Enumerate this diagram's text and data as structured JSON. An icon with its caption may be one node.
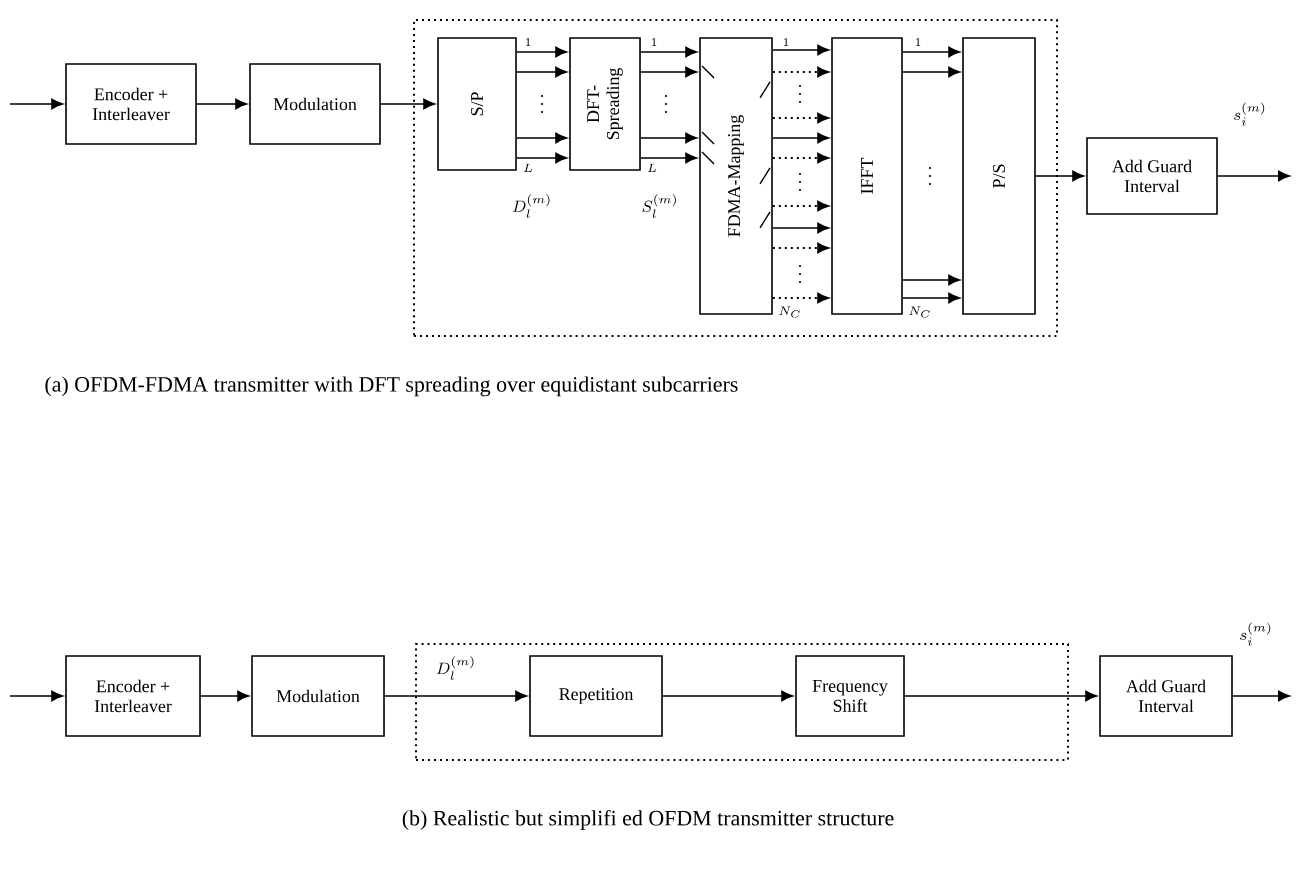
{
  "diagram": {
    "nodes": [
      {
        "text": [
          "Encoder + Interleaver"
        ]
      },
      {
        "text": [
          "Modulation"
        ]
      },
      {
        "text": [],
        "shape": "box"
      },
      {
        "text": [
          "S/P"
        ],
        "in": 2
      },
      {
        "text": [
          "DFT-Spreading"
        ],
        "in": 2
      },
      {
        "text": [
          "FDMA-Mapping"
        ],
        "in": 2
      },
      {
        "text": [
          "IFFT"
        ],
        "in": 2
      },
      {
        "text": [
          "P/S"
        ],
        "in": 2
      },
      {
        "text": [
          "Add Guard Interval"
        ]
      },
      {
        "text": [
          "Encoder + Interleaver"
        ]
      },
      {
        "text": [
          "Modulation"
        ]
      },
      {
        "text": [],
        "shape": "box"
      },
      {
        "text": [
          "Repetition"
        ],
        "in": 11
      },
      {
        "text": [
          "Frequency Shift"
        ],
        "in": 11
      },
      {
        "text": [
          "Add Guard Interval"
        ]
      }
    ],
    "edges": [
      {
        "from": null,
        "to": 0,
        "arrow": "to"
      },
      {
        "from": 0,
        "to": 1,
        "arrow": "to"
      },
      {
        "from": 1,
        "to": 3,
        "arrow": "to"
      },
      {
        "from": 3,
        "to": 4,
        "arrow": "to"
      },
      {
        "from": 3,
        "to": 4,
        "arrow": "to"
      },
      {
        "from": 3,
        "to": 4,
        "arrow": "to"
      },
      {
        "from": 3,
        "to": 4,
        "arrow": "to"
      },
      {
        "from": 4,
        "to": 5,
        "arrow": "to"
      },
      {
        "from": 4,
        "to": 5,
        "arrow": "to"
      },
      {
        "from": 4,
        "to": 5,
        "arrow": "to"
      },
      {
        "from": 4,
        "to": 5,
        "arrow": "to"
      },
      {
        "from": 5,
        "to": 6,
        "arrow": "to"
      },
      {
        "from": 5,
        "to": 6,
        "arrow": "to",
        "style": "dashed"
      },
      {
        "from": 5,
        "to": 6,
        "arrow": "to",
        "style": "dashed"
      },
      {
        "from": 5,
        "to": 6,
        "arrow": "to"
      },
      {
        "from": 5,
        "to": 6,
        "arrow": "to",
        "style": "dashed"
      },
      {
        "from": 5,
        "to": 6,
        "arrow": "to",
        "style": "dashed"
      },
      {
        "from": 5,
        "to": 6,
        "arrow": "to"
      },
      {
        "from": 5,
        "to": 6,
        "arrow": "to",
        "style": "dashed"
      },
      {
        "from": 5,
        "to": 6,
        "arrow": "to",
        "style": "dashed"
      },
      {
        "from": 6,
        "to": 7,
        "arrow": "to"
      },
      {
        "from": 6,
        "to": 7,
        "arrow": "to"
      },
      {
        "from": 6,
        "to": 7,
        "arrow": "to"
      },
      {
        "from": 6,
        "to": 7,
        "arrow": "to"
      },
      {
        "from": 7,
        "to": 8,
        "arrow": "to"
      },
      {
        "from": 8,
        "to": null,
        "arrow": "to"
      },
      {
        "from": null,
        "to": 9,
        "arrow": "to"
      },
      {
        "from": 9,
        "to": 10,
        "arrow": "to"
      },
      {
        "from": 10,
        "to": 12,
        "arrow": "to"
      },
      {
        "from": 12,
        "to": 13,
        "arrow": "to"
      },
      {
        "from": 13,
        "to": 14,
        "arrow": "to"
      },
      {
        "from": 14,
        "to": null,
        "arrow": "to"
      }
    ],
    "labels": [
      "1",
      "1",
      "1",
      "1",
      "s_i^{(m)}",
      "L",
      "L",
      "D_l^{(m)}",
      "S_l^{(m)}",
      "N_C",
      "N_C",
      "(a) OFDM-FDMA transmitter with DFT spreading over equidistant subcarriers",
      "s_i^{(m)}",
      "D_l^{(m)}",
      "(b) Realistic but simplifi ed OFDM transmitter structure"
    ]
  }
}
